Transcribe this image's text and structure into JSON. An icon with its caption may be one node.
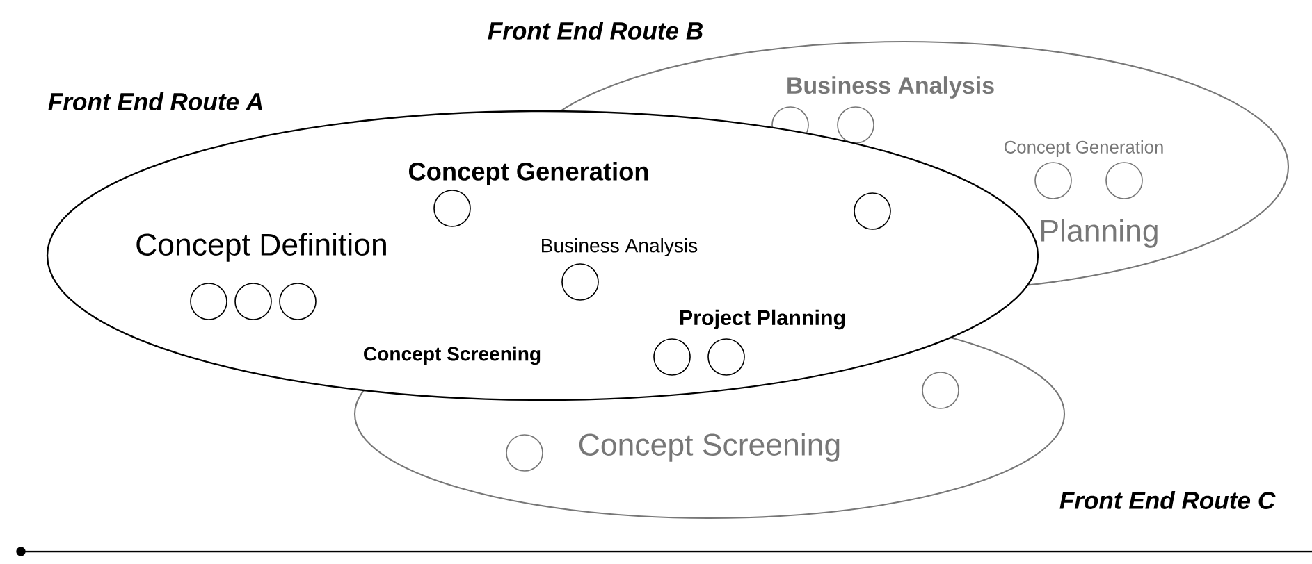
{
  "diagram": {
    "nodes": [
      {
        "text": [
          "Front End Route A"
        ]
      },
      {
        "text": [
          "Front End Route B"
        ]
      },
      {
        "text": [
          "Front End Route C"
        ]
      },
      {
        "text": [
          "Concept Definition"
        ],
        "in": 0
      },
      {
        "text": [
          "Concept Generation"
        ],
        "in": 0
      },
      {
        "text": [
          "Business Analysis"
        ]
      },
      {
        "text": [
          "Concept Screening"
        ]
      },
      {
        "text": [
          "Project Planning"
        ]
      },
      {
        "text": [
          "Business Analysis"
        ],
        "in": 1
      },
      {
        "text": [
          "Concept Generation"
        ],
        "in": 1
      },
      {
        "text": [
          "Planning"
        ],
        "in": 1
      },
      {
        "text": [
          "Concept Screening"
        ],
        "in": 2
      }
    ]
  }
}
